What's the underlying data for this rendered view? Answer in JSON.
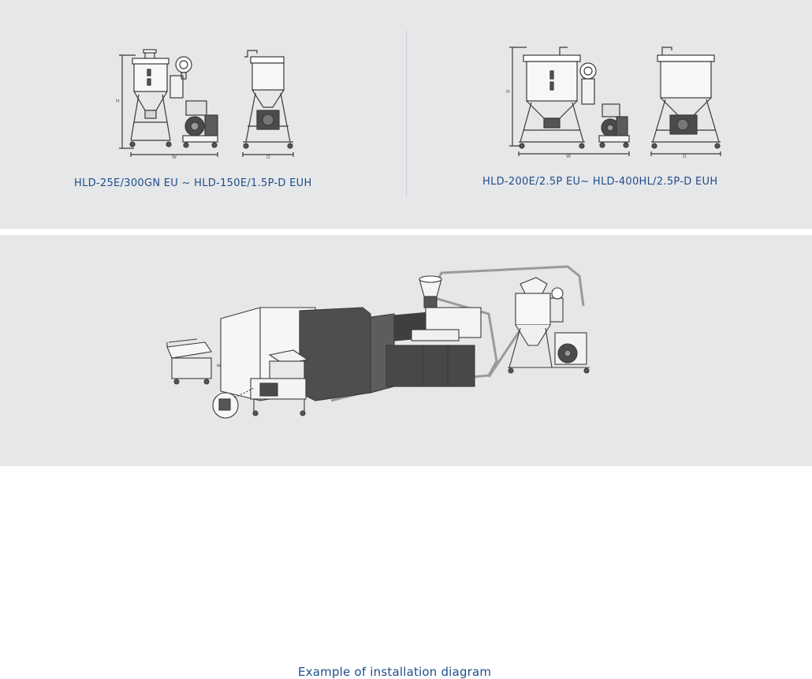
{
  "top_panel": {
    "left_caption": "HLD-25E/300GN EU ~ HLD-150E/1.5P-D EUH",
    "right_caption": "HLD-200E/2.5P EU~ HLD-400HL/2.5P-D EUH",
    "dimension_labels": {
      "height": "H",
      "width": "W",
      "depth": "D"
    }
  },
  "bottom_panel": {
    "caption": "Example of installation diagram"
  },
  "colors": {
    "panel_background": "#e6e7e9",
    "caption_text": "#1f4d8c",
    "machine_dark": "#4a4b4d",
    "outline": "#3a3a3a"
  }
}
